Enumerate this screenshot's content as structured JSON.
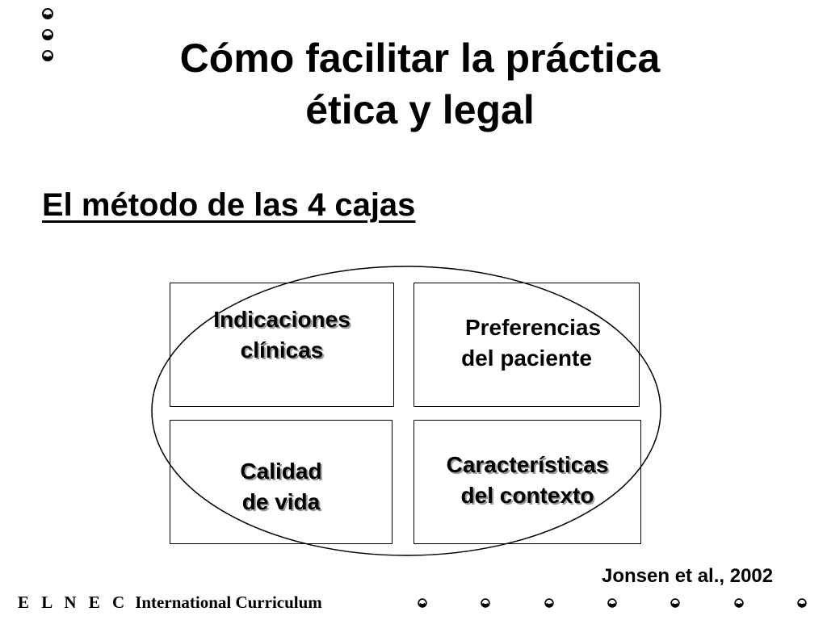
{
  "slide": {
    "title_line1": "Cómo facilitar la práctica",
    "title_line2": "ética y legal",
    "subtitle": "El método de las 4 cajas"
  },
  "diagram": {
    "boxes": [
      {
        "id": "top-left",
        "line1": "Indicaciones",
        "line2": "clínicas"
      },
      {
        "id": "top-right",
        "line1": "Preferencias",
        "line2": "del paciente"
      },
      {
        "id": "bottom-left",
        "line1": "Calidad",
        "line2": "de vida"
      },
      {
        "id": "bottom-right",
        "line1": "Características",
        "line2": "del contexto"
      }
    ]
  },
  "citation": "Jonsen et al., 2002",
  "footer": {
    "brand": "E L N E C",
    "program": "International Curriculum"
  },
  "icons": {
    "bullet": "crescent-bullet-icon"
  }
}
